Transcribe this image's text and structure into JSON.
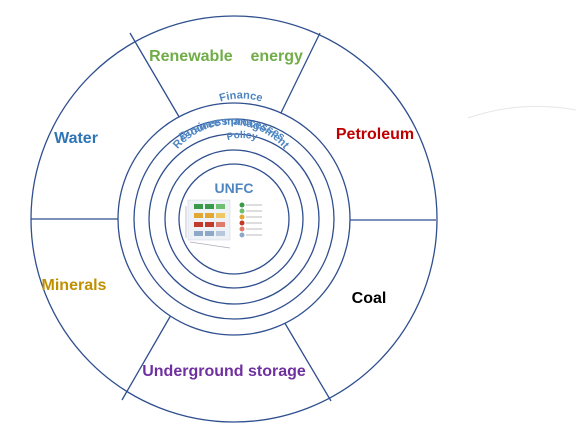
{
  "sectors": {
    "renewable": {
      "label": "Renewable    energy",
      "color": "#70ad47"
    },
    "petroleum": {
      "label": "Petroleum",
      "color": "#c00000"
    },
    "coal": {
      "label": "Coal",
      "color": "#000000"
    },
    "underground": {
      "label": "Underground storage",
      "color": "#7030a0"
    },
    "minerals": {
      "label": "Minerals",
      "color": "#bf9000"
    },
    "water": {
      "label": "Water",
      "color": "#2e75b6"
    }
  },
  "rings": {
    "finance": "Finance",
    "business": "Business processes",
    "resource": "Resource management",
    "policy": "Policy"
  },
  "center": {
    "label": "UNFC"
  },
  "colors": {
    "line": "#2f4f8f",
    "accent": "#4e86c3"
  }
}
